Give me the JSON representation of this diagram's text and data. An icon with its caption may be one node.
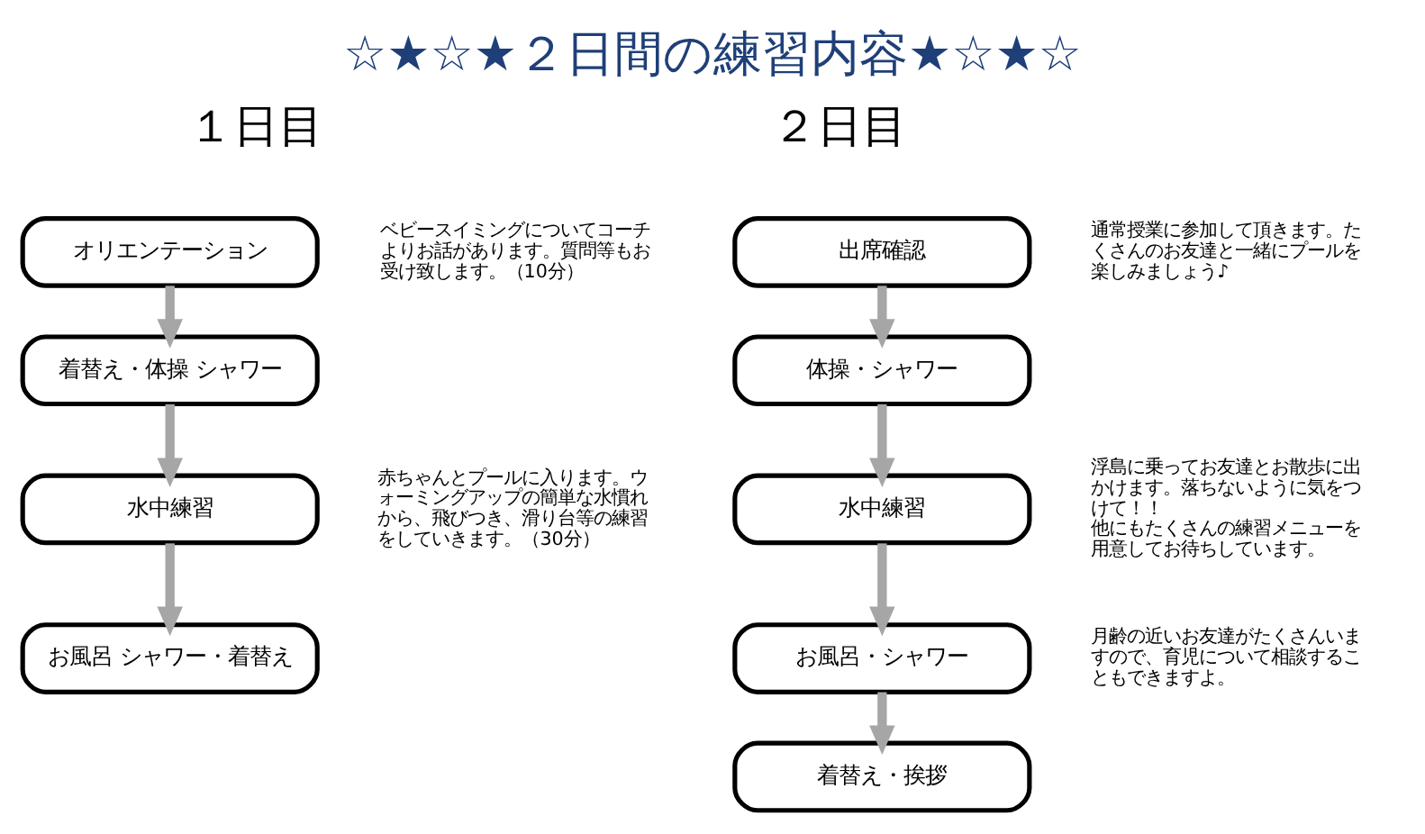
{
  "diagram": {
    "title": "☆★☆★２日間の練習内容★☆★☆",
    "nodes": [
      {
        "text": [
          "オリエンテーション"
        ],
        "beside": [
          "ベビースイミングについてコーチよりお話があります。質問等もお受け致します。（10分）"
        ]
      },
      {
        "text": [
          "着替え・体操 シャワー"
        ]
      },
      {
        "text": [
          "水中練習"
        ],
        "beside": [
          "赤ちゃんとプールに入ります。ウォーミングアップの簡単な水慣れから、飛びつき、滑り台等の練習をしていきます。（30分）"
        ]
      },
      {
        "text": [
          "お風呂 シャワー・着替え"
        ]
      },
      {
        "text": [
          "出席確認"
        ],
        "beside": [
          "通常授業に参加して頂きます。たくさんのお友達と一緒にプールを楽しみましょう♪"
        ]
      },
      {
        "text": [
          "体操・シャワー"
        ]
      },
      {
        "text": [
          "水中練習"
        ],
        "beside": [
          "浮島に乗ってお友達とお散歩に出かけます。落ちないように気をつけて！！",
          "他にもたくさんの練習メニューを用意してお待ちしています。"
        ]
      },
      {
        "text": [
          "お風呂・シャワー"
        ],
        "beside": [
          "月齢の近いお友達がたくさんいますので、育児について相談することもできますよ。"
        ]
      },
      {
        "text": [
          "着替え・挨拶"
        ]
      }
    ],
    "edges": [
      {
        "from": 0,
        "to": 1,
        "arrow": "to"
      },
      {
        "from": 1,
        "to": 2,
        "arrow": "to"
      },
      {
        "from": 2,
        "to": 3,
        "arrow": "to"
      },
      {
        "from": 4,
        "to": 5,
        "arrow": "to"
      },
      {
        "from": 5,
        "to": 6,
        "arrow": "to"
      },
      {
        "from": 6,
        "to": 7,
        "arrow": "to"
      },
      {
        "from": 7,
        "to": 8,
        "arrow": "to"
      }
    ],
    "labels": [
      "１日目",
      "２日目"
    ]
  }
}
